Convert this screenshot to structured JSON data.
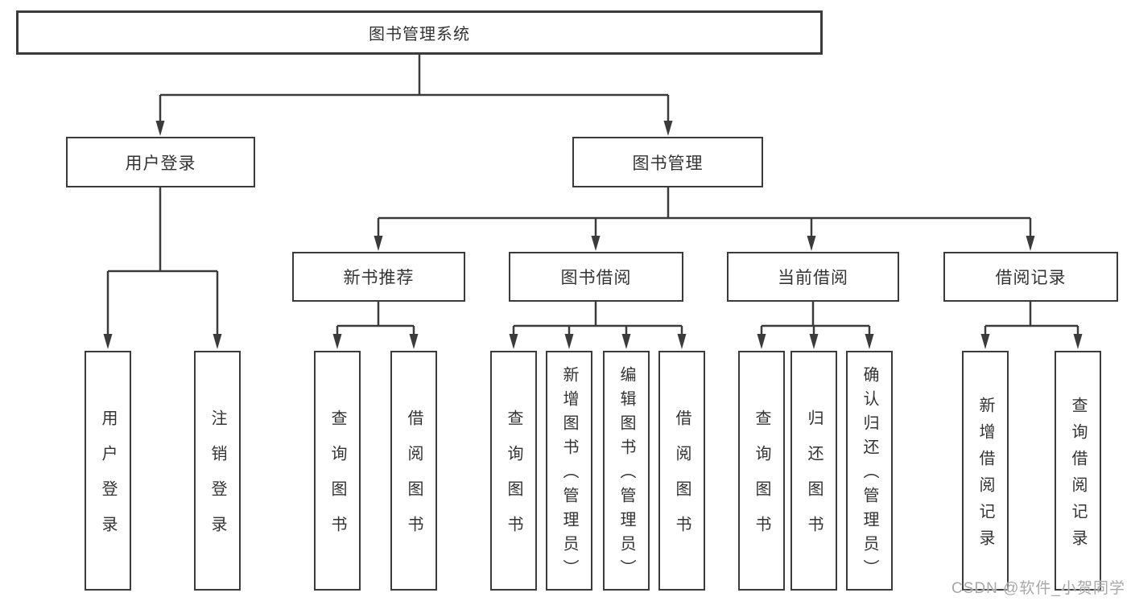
{
  "tree": {
    "root": {
      "label": "图书管理系统",
      "children": [
        {
          "label": "用户登录",
          "children": [
            {
              "label": "用户登录"
            },
            {
              "label": "注销登录"
            }
          ]
        },
        {
          "label": "图书管理",
          "children": [
            {
              "label": "新书推荐",
              "children": [
                {
                  "label": "查询图书"
                },
                {
                  "label": "借阅图书"
                }
              ]
            },
            {
              "label": "图书借阅",
              "children": [
                {
                  "label": "查询图书"
                },
                {
                  "label": "新增图书（管理员）"
                },
                {
                  "label": "编辑图书（管理员）"
                },
                {
                  "label": "借阅图书"
                }
              ]
            },
            {
              "label": "当前借阅",
              "children": [
                {
                  "label": "查询图书"
                },
                {
                  "label": "归还图书"
                },
                {
                  "label": "确认归还（管理员）"
                }
              ]
            },
            {
              "label": "借阅记录",
              "children": [
                {
                  "label": "新增借阅记录"
                },
                {
                  "label": "查询借阅记录"
                }
              ]
            }
          ]
        }
      ]
    }
  },
  "watermark": {
    "text": "CSDN @软件_小贺同学"
  },
  "colors": {
    "line": "#3b3b3b",
    "text": "#333333",
    "box_fill": "#ffffff",
    "background": "#ffffff",
    "watermark": "#a8a8a8"
  }
}
